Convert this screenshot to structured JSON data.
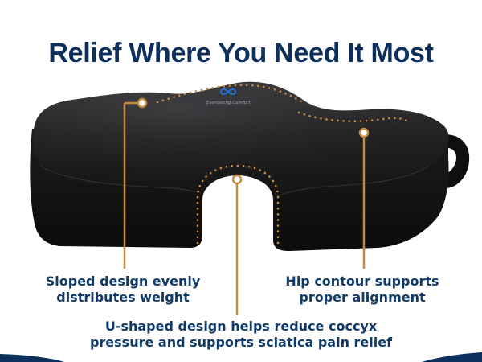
{
  "headline": "Relief Where You Need It Most",
  "product": {
    "brand_text": "Everlasting Comfort",
    "logo_icon": "infinity-logo-icon"
  },
  "callouts": {
    "left": {
      "line1": "Sloped design evenly",
      "line2": "distributes weight"
    },
    "right": {
      "line1": "Hip contour supports",
      "line2": "proper alignment"
    },
    "bottom": {
      "line1": "U-shaped design helps reduce coccyx",
      "line2": "pressure and supports sciatica pain relief"
    }
  },
  "colors": {
    "headline": "#0c2f5c",
    "callout_text": "#103a68",
    "accent_gold": "#c68a3c",
    "cushion": "#1b1b1d",
    "brand_blue": "#1f6fd1"
  }
}
